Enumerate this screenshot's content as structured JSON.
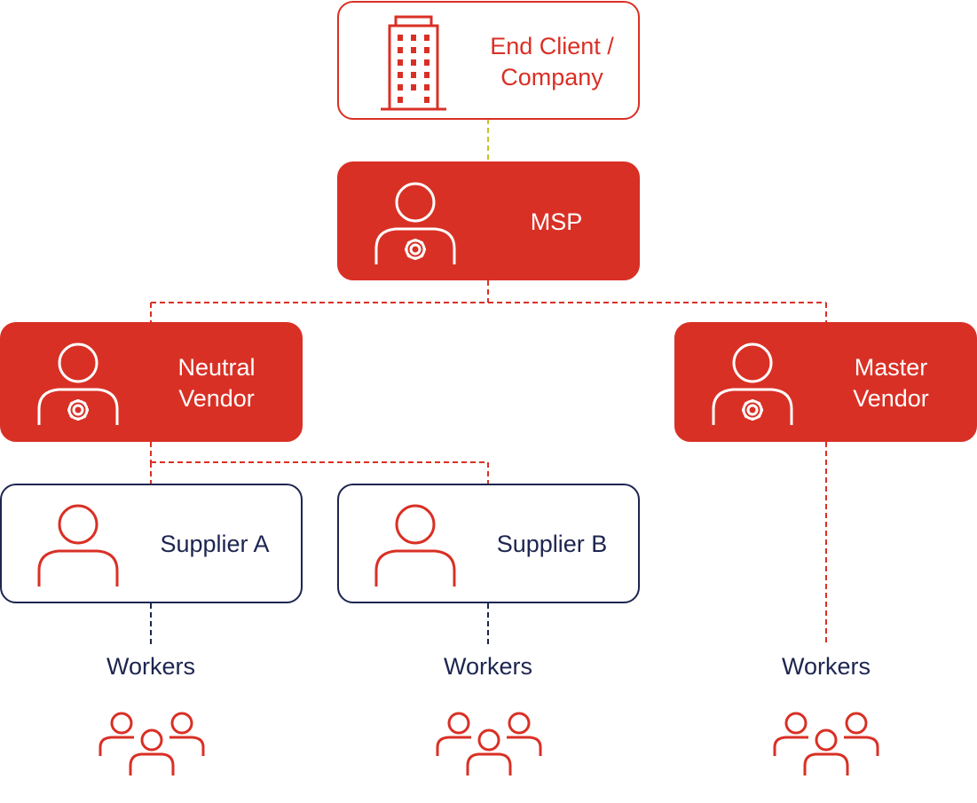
{
  "colors": {
    "red": "#d93025",
    "navy": "#1d2550",
    "top_link": "#c8c422",
    "white": "#ffffff"
  },
  "nodes": {
    "end_client": {
      "line1": "End Client /",
      "line2": "Company",
      "icon": "building-icon"
    },
    "msp": {
      "label": "MSP",
      "icon": "person-gear-icon"
    },
    "neutral_vendor": {
      "line1": "Neutral",
      "line2": "Vendor",
      "icon": "person-gear-icon"
    },
    "master_vendor": {
      "line1": "Master",
      "line2": "Vendor",
      "icon": "person-gear-icon"
    },
    "supplier_a": {
      "label": "Supplier A",
      "icon": "person-icon"
    },
    "supplier_b": {
      "label": "Supplier B",
      "icon": "person-icon"
    }
  },
  "workers": [
    {
      "label": "Workers",
      "icon": "group-icon"
    },
    {
      "label": "Workers",
      "icon": "group-icon"
    },
    {
      "label": "Workers",
      "icon": "group-icon"
    }
  ]
}
